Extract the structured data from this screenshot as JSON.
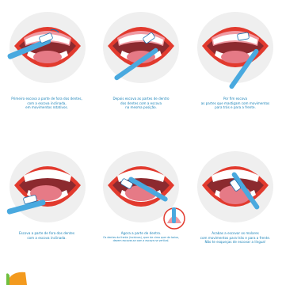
{
  "panels": [
    {
      "caption": [
        "Primeiro escova a parte de fora dos dentes,",
        "com a escova inclinada,",
        "em movimentos rotativos."
      ]
    },
    {
      "caption": [
        "Depois escova as partes de dentro",
        "dos dentes com a escova",
        "na mesma posição."
      ]
    },
    {
      "caption": [
        "Por fim escova",
        "as partes que mastigam com movimentos",
        "para trás e para a frente."
      ]
    },
    {
      "caption": [
        "Escova a parte de fora dos dentes",
        "com a escova inclinada."
      ]
    },
    {
      "caption": [
        "Agora a parte de dentro."
      ],
      "note": [
        "Os dentes da frente (incisivos), quer de cima quer de baixo,",
        "devem escovar-se com a escova na vertical."
      ]
    },
    {
      "caption": [
        "Acabas a escovar os molares",
        "com movimentos para trás e para a frente.",
        "Não te esqueças de escovar a língua!"
      ]
    }
  ],
  "colors": {
    "caption": "#1a82b8",
    "lips": "#e23a2e",
    "mouth_inside": "#8c2a2f",
    "tongue": "#e67a86",
    "gum": "#f09aa2",
    "brush": "#49a9df",
    "brush_dark": "#1d6fae",
    "bristles": "#ffffff",
    "accent_orange": "#f39a1e",
    "accent_green": "#6fbf3f"
  }
}
